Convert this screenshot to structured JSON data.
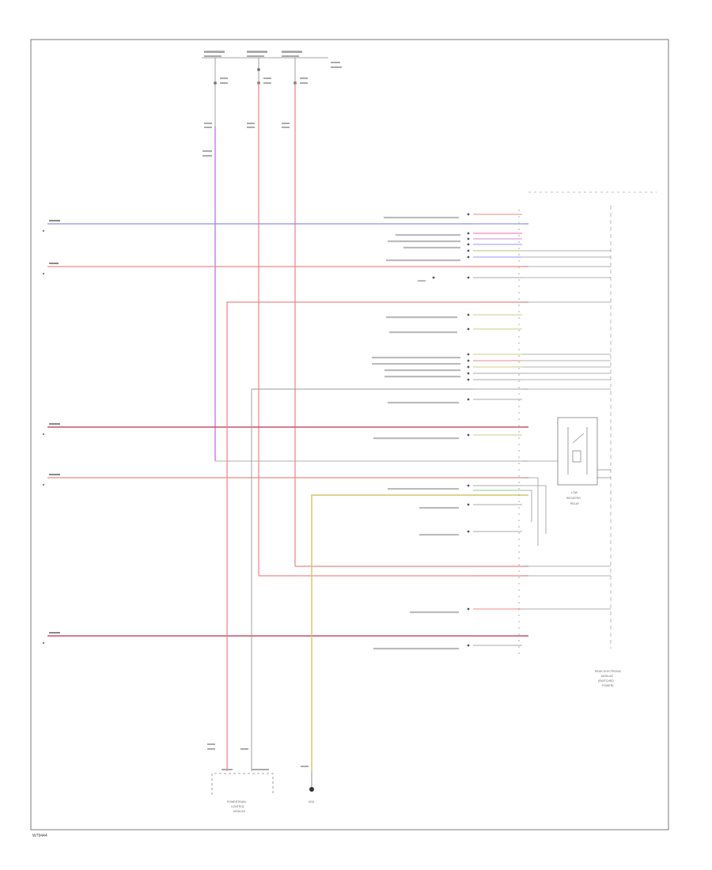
{
  "diagram": {
    "footer_code": "W79444",
    "ground_label": "G11",
    "module_caption": [
      "REAR ELECTRONIC",
      "MODULE",
      "(SWITCHED",
      "POWER)"
    ],
    "relay_caption": [
      "LOW",
      "REGISTER",
      "RELAY"
    ],
    "control_caption": [
      "POWERTRAIN",
      "CONTROL",
      "MODULE"
    ]
  }
}
